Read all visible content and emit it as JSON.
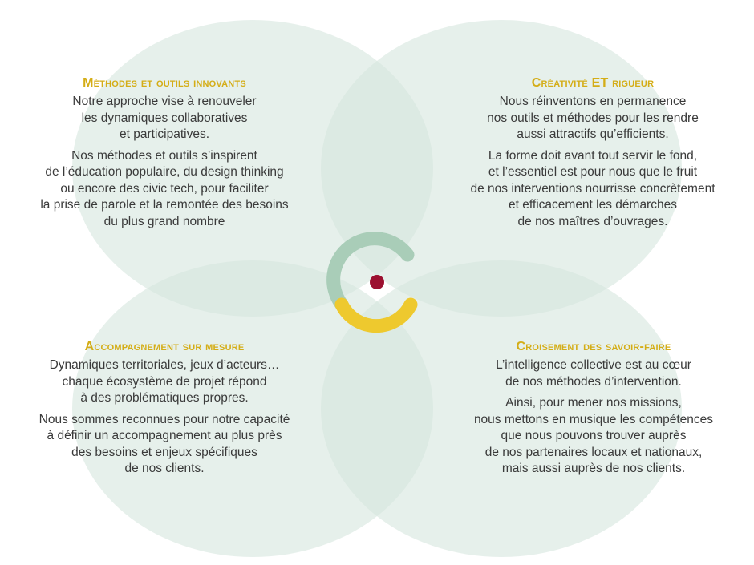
{
  "colors": {
    "petal": "#d6e6dd",
    "arc_green": "#a9cdb8",
    "arc_yellow": "#eec92e",
    "center_dot": "#9c1030",
    "title": "#d4ad17",
    "text": "#3a3a3a"
  },
  "blocks": {
    "top_left": {
      "title": "Méthodes et outils innovants",
      "p1": [
        "Notre approche vise à renouveler",
        "les dynamiques collaboratives",
        "et participatives."
      ],
      "p2": [
        "Nos méthodes et outils s’inspirent",
        "de l’éducation populaire, du design thinking",
        "ou encore des civic tech, pour faciliter",
        "la prise de parole et la remontée des besoins",
        "du plus grand nombre"
      ]
    },
    "top_right": {
      "title": "Créativité ET rigueur",
      "p1": [
        "Nous réinventons en permanence",
        "nos outils et méthodes pour les rendre",
        "aussi attractifs qu’efficients."
      ],
      "p2": [
        "La forme doit avant tout servir le fond,",
        "et l’essentiel est pour nous que le fruit",
        "de nos interventions nourrisse concrètement",
        "et efficacement les démarches",
        "de nos maîtres d’ouvrages."
      ]
    },
    "bottom_left": {
      "title": "Accompagnement sur mesure",
      "p1": [
        "Dynamiques territoriales, jeux d’acteurs…",
        "chaque écosystème de projet répond",
        "à des problématiques propres."
      ],
      "p2": [
        "Nous sommes reconnues pour notre capacité",
        "à définir un accompagnement au plus près",
        "des besoins et enjeux spécifiques",
        "de nos clients."
      ]
    },
    "bottom_right": {
      "title": "Croisement des savoir-faire",
      "p1": [
        "L’intelligence collective est au cœur",
        "de nos méthodes d’intervention."
      ],
      "p2": [
        "Ainsi, pour mener nos missions,",
        "nous mettons en musique les compétences",
        "que nous pouvons trouver auprès",
        "de nos partenaires locaux et nationaux,",
        "mais aussi auprès de nos clients."
      ]
    }
  }
}
